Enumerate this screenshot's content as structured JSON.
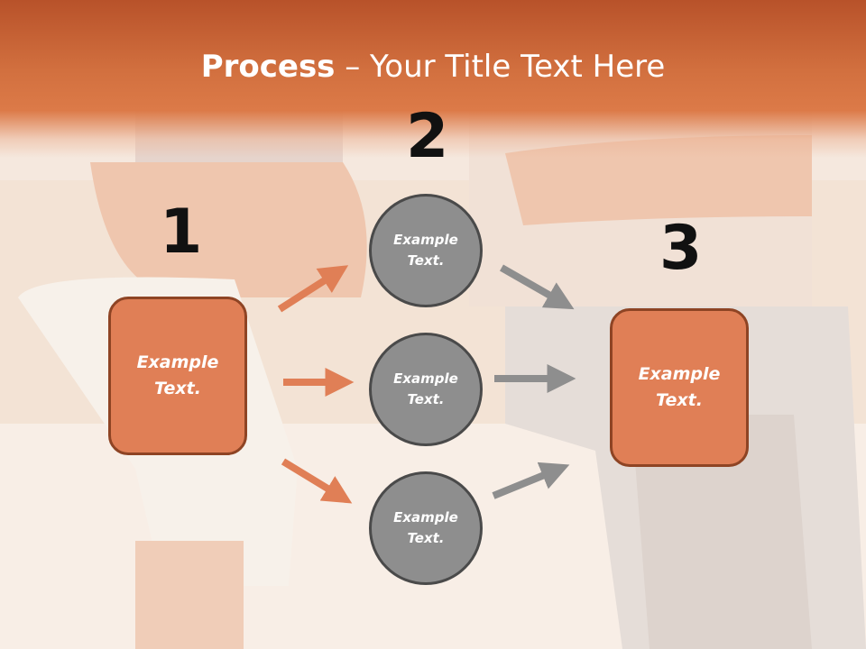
{
  "slide": {
    "title_bold": "Process",
    "title_rest": " – Your Title Text Here"
  },
  "steps": [
    {
      "number": "1",
      "box_line1": "Example",
      "box_line2": "Text."
    },
    {
      "number": "2"
    },
    {
      "number": "3",
      "box_line1": "Example",
      "box_line2": "Text."
    }
  ],
  "circles": [
    {
      "line1": "Example",
      "line2": "Text."
    },
    {
      "line1": "Example",
      "line2": "Text."
    },
    {
      "line1": "Example",
      "line2": "Text."
    }
  ],
  "colors": {
    "title_band": "#d2703f",
    "box_fill": "#e07f56",
    "box_border": "#8e4424",
    "circle_fill": "#8e8e8e",
    "circle_border": "#4a4a4a",
    "arrow_orange": "#e07f56",
    "arrow_gray": "#8e8e8e"
  }
}
